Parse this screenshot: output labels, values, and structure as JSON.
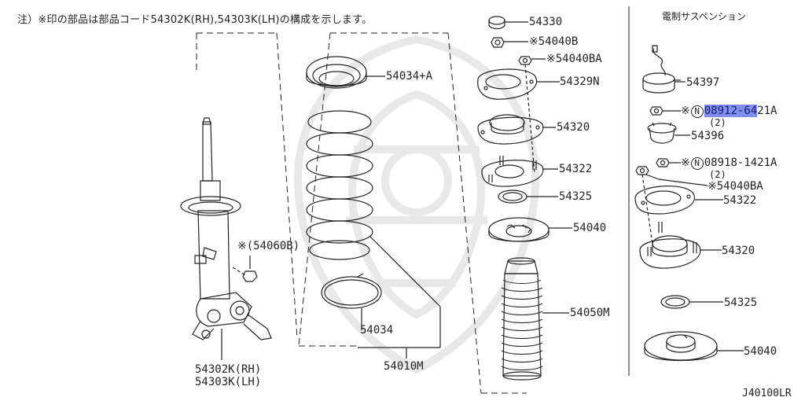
{
  "note": "注）※印の部品は部品コード54302K(RH),54303K(LH)の構成を示します。",
  "right_title": "電制サスペンション",
  "diagram_code": "J40100LR",
  "labels": {
    "p54330": "54330",
    "p54040B": "※54040B",
    "p54040BA_top": "※54040BA",
    "p54034A": "54034+A",
    "p54329N": "54329N",
    "p54320_top": "54320",
    "p54322_top": "54322",
    "p54325_top": "54325",
    "p54040_top": "54040",
    "p54050M": "54050M",
    "p54060B": "※(54060B)",
    "p54034": "54034",
    "p54010M": "54010M",
    "p54302K": "54302K(RH)",
    "p54303K": "54303K(LH)",
    "p54397": "54397",
    "p08912_prefix": "※",
    "p08912_n": "N",
    "p08912_hl": "08912-64",
    "p08912_rest": "21A",
    "p08912_qty": "(2)",
    "p54396": "54396",
    "p08918_prefix": "※",
    "p08918_n": "N",
    "p08918_num": "08918-1421A",
    "p08918_qty": "(2)",
    "p54040BA_right": "※54040BA",
    "p54322_right": "54322",
    "p54320_right": "54320",
    "p54325_right": "54325",
    "p54040_right": "54040"
  },
  "colors": {
    "line": "#222222",
    "highlight": "#7f8ff0",
    "watermark": "#e6e6e6"
  }
}
